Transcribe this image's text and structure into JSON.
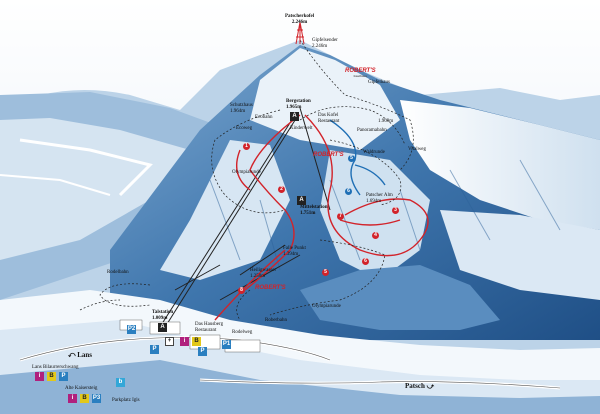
{
  "peak": {
    "name": "Patscherkofel",
    "elev": "2.246m"
  },
  "gipfelsender": {
    "name": "Gipfelsender",
    "elev": "2.246m"
  },
  "gipfelhaus": {
    "name": "Gipfelhaus"
  },
  "bergstation": {
    "name": "Bergstation",
    "elev": "1.965m"
  },
  "schutzhaus": {
    "name": "Schutzhaus",
    "elev": "1.964m"
  },
  "ecobahn": {
    "name": "Ecobahn"
  },
  "das_kofel": {
    "name": "Das Kofel",
    "sub": "Restaurant"
  },
  "kinderwelt": {
    "name": "Kinderwelt"
  },
  "ecoweg": {
    "name": "Ecoweg"
  },
  "mittelstation": {
    "name": "Mittelstation",
    "elev": "1.751m"
  },
  "olympiarunde_1": {
    "name": "Olympiarunde"
  },
  "olympiarunde_2": {
    "name": "Olympiarunde"
  },
  "waldrunde": {
    "name": "Waldrunde"
  },
  "panoramabahn": {
    "name": "Panoramabahn",
    "elev": "1.969m"
  },
  "vitalweg": {
    "name": "Vitalweg"
  },
  "heiligwasser": {
    "name": "Heiligwasser",
    "elev": "1.250m"
  },
  "patscher_alm": {
    "name": "Patscher Alm",
    "elev": "1.694m"
  },
  "talstation": {
    "name": "Talstation",
    "elev": "1.009m"
  },
  "fallpoint": {
    "name": "Falle Punkt",
    "elev": "1.394m"
  },
  "rodelbahn": {
    "name": "Rodelbahn"
  },
  "roberbahn": {
    "name": "Roberbahn"
  },
  "das_hausberg": {
    "name": "Das Hausberg",
    "sub": "Restaurant"
  },
  "rodelweg": {
    "name": "Rodelweg"
  },
  "lans_road": {
    "label": "Lans",
    "arrow": "⤺"
  },
  "patsch_road": {
    "label": "Patsch",
    "arrow": "⤻"
  },
  "lans_parking": {
    "name": "Lans Bilaurrerschwang"
  },
  "alte_kaisersteg": {
    "name": "Alte Kaisersteig"
  },
  "parking_label": {
    "name": "Parkplatz Igls"
  },
  "brand": {
    "name": "ROBERT'S",
    "sub": "Gasthaus"
  },
  "markers": {
    "red": [
      "1",
      "2",
      "3",
      "4",
      "5",
      "6",
      "7",
      "8"
    ],
    "blue": [
      "5",
      "6"
    ]
  },
  "colors": {
    "sky": "#dbe9f5",
    "snow": "#f2f7fb",
    "shadow": "#5f93c2",
    "deep": "#2d6299",
    "red_run": "#d2232a",
    "blue_run": "#1f6fb5",
    "lift": "#222"
  }
}
